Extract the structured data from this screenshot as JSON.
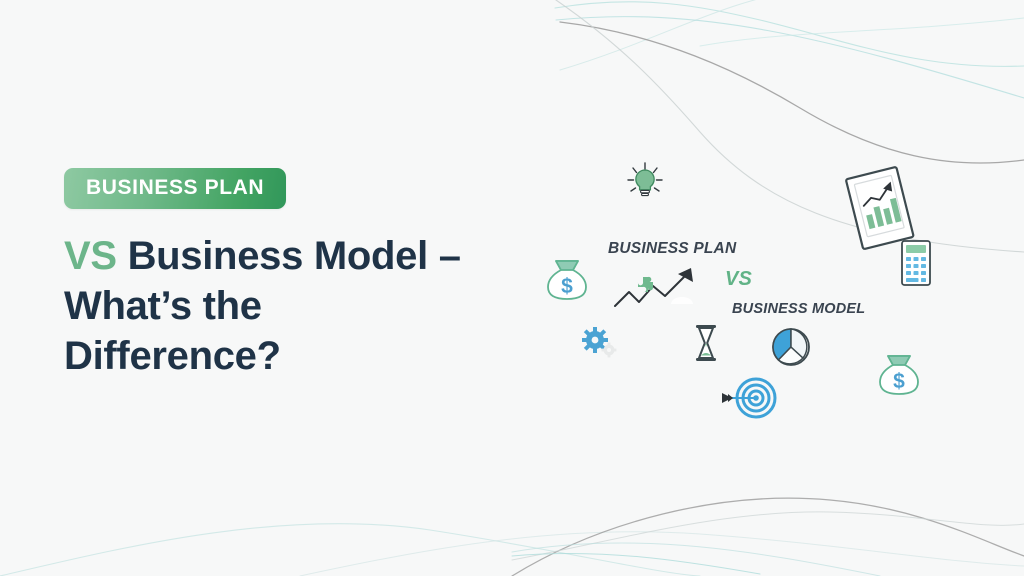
{
  "page": {
    "background_color": "#f7f8f8",
    "accent_green": "#6cb58a",
    "badge_green_dark": "#31975a",
    "heading_navy": "#1f3347",
    "icon_blue": "#4ba3d3"
  },
  "hero": {
    "badge_label": "BUSINESS PLAN",
    "headline_accent": "VS",
    "headline_rest": " Business Model – What’s the Difference?"
  },
  "illustration": {
    "label_plan": "BUSINESS PLAN",
    "label_vs": "VS",
    "label_model": "BUSINESS MODEL",
    "icons": [
      {
        "name": "lightbulb-icon",
        "label": "lightbulb"
      },
      {
        "name": "money-bag-icon",
        "label": "money bag"
      },
      {
        "name": "growth-arrow-icon",
        "label": "growth arrow with puzzle piece"
      },
      {
        "name": "gear-icon",
        "label": "gears"
      },
      {
        "name": "hourglass-icon",
        "label": "hourglass"
      },
      {
        "name": "pie-chart-icon",
        "label": "pie chart"
      },
      {
        "name": "target-icon",
        "label": "target with arrow"
      },
      {
        "name": "report-chart-icon",
        "label": "report document with bar chart"
      },
      {
        "name": "calculator-icon",
        "label": "calculator"
      },
      {
        "name": "money-bag-icon-2",
        "label": "money bag"
      }
    ]
  }
}
